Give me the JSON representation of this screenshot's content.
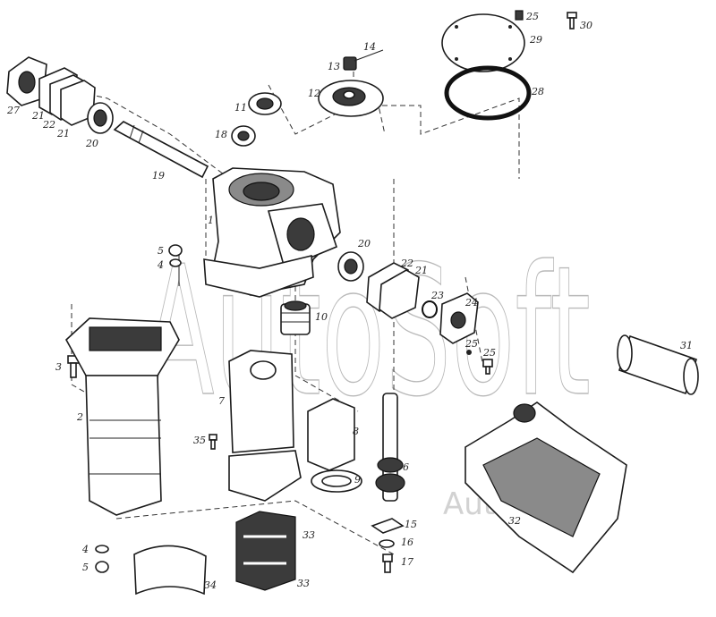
{
  "watermark": {
    "main": "AutoSoft",
    "small": "AutoSoft"
  },
  "part_labels": [
    {
      "id": "p27",
      "text": "27"
    },
    {
      "id": "p21a",
      "text": "21"
    },
    {
      "id": "p22a",
      "text": "22"
    },
    {
      "id": "p21b",
      "text": "21"
    },
    {
      "id": "p20a",
      "text": "20"
    },
    {
      "id": "p19",
      "text": "19"
    },
    {
      "id": "p18",
      "text": "18"
    },
    {
      "id": "p11",
      "text": "11"
    },
    {
      "id": "p12",
      "text": "12"
    },
    {
      "id": "p13",
      "text": "13"
    },
    {
      "id": "p14",
      "text": "14"
    },
    {
      "id": "p25a",
      "text": "25"
    },
    {
      "id": "p29",
      "text": "29"
    },
    {
      "id": "p30",
      "text": "30"
    },
    {
      "id": "p28",
      "text": "28"
    },
    {
      "id": "p1",
      "text": "1"
    },
    {
      "id": "p5a",
      "text": "5"
    },
    {
      "id": "p4a",
      "text": "4"
    },
    {
      "id": "p20b",
      "text": "20"
    },
    {
      "id": "p22b",
      "text": "22"
    },
    {
      "id": "p21c",
      "text": "21"
    },
    {
      "id": "p23",
      "text": "23"
    },
    {
      "id": "p24",
      "text": "24"
    },
    {
      "id": "p10",
      "text": "10"
    },
    {
      "id": "p25b",
      "text": "25"
    },
    {
      "id": "p25c",
      "text": "25"
    },
    {
      "id": "p31",
      "text": "31"
    },
    {
      "id": "p3",
      "text": "3"
    },
    {
      "id": "p2",
      "text": "2"
    },
    {
      "id": "p7",
      "text": "7"
    },
    {
      "id": "p8",
      "text": "8"
    },
    {
      "id": "p6",
      "text": "6"
    },
    {
      "id": "p35",
      "text": "35"
    },
    {
      "id": "p9",
      "text": "9"
    },
    {
      "id": "p32",
      "text": "32"
    },
    {
      "id": "p15",
      "text": "15"
    },
    {
      "id": "p16",
      "text": "16"
    },
    {
      "id": "p17",
      "text": "17"
    },
    {
      "id": "p33a",
      "text": "33"
    },
    {
      "id": "p33b",
      "text": "33"
    },
    {
      "id": "p4b",
      "text": "4"
    },
    {
      "id": "p5b",
      "text": "5"
    },
    {
      "id": "p34",
      "text": "34"
    }
  ]
}
